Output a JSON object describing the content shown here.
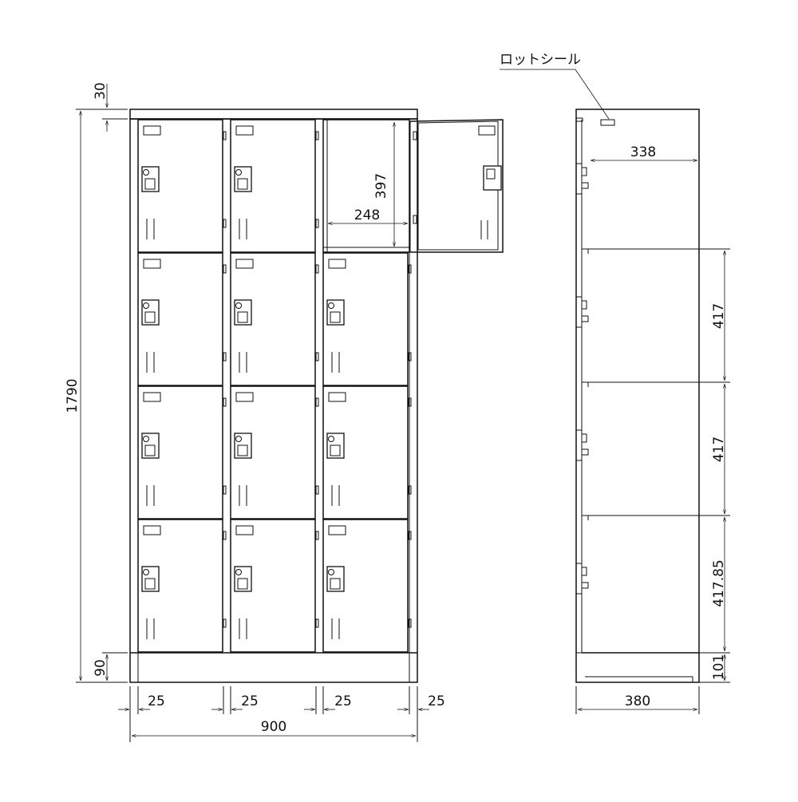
{
  "callout": {
    "seal_label": "ロットシール"
  },
  "front_view": {
    "dim_total_height": "1790",
    "dim_top": "30",
    "dim_base": "90",
    "dim_inner_height": "397",
    "dim_inner_width": "248",
    "dim_gap_1": "25",
    "dim_gap_2": "25",
    "dim_gap_3": "25",
    "dim_gap_4": "25",
    "dim_total_width": "900"
  },
  "side_view": {
    "dim_depth_inner": "338",
    "dim_row_1": "417",
    "dim_row_2": "417",
    "dim_row_3": "417.85",
    "dim_base": "101",
    "dim_total_depth": "380"
  }
}
